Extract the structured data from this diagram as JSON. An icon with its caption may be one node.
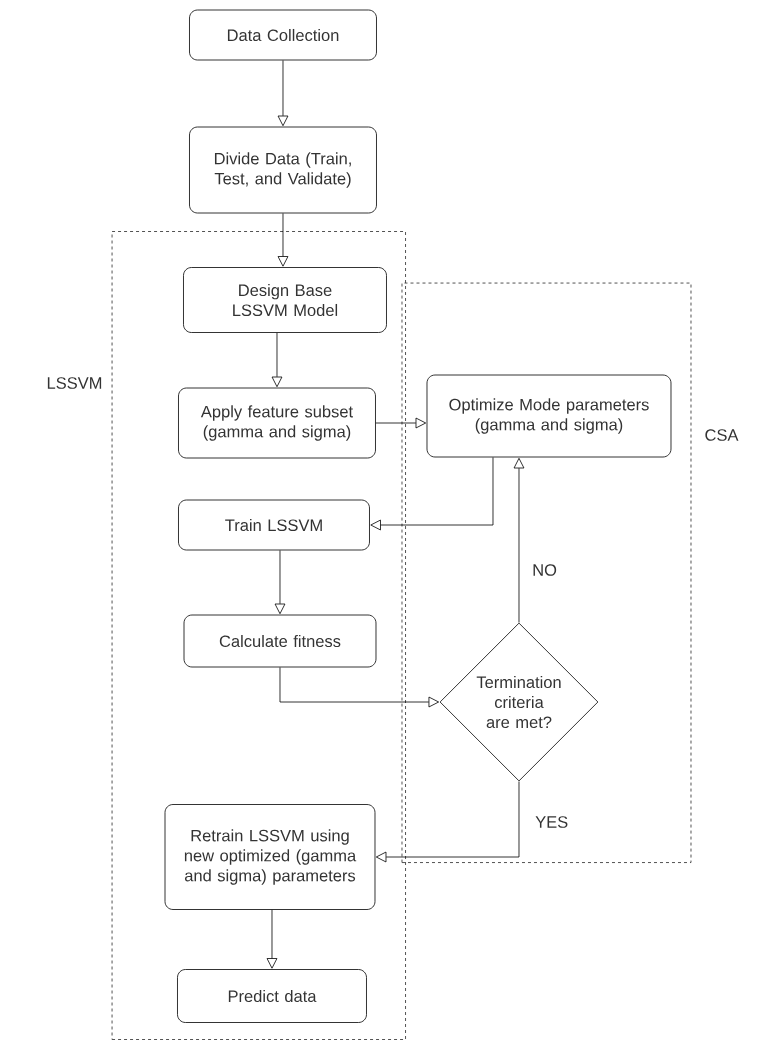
{
  "diagram": {
    "nodes": [
      {
        "text": [
          "Data Collection"
        ]
      },
      {
        "text": [
          "Divide Data (Train, Test, and Validate)"
        ]
      },
      {
        "text": [
          "LSSVM"
        ]
      },
      {
        "text": [
          "Design Base LSSVM Model"
        ],
        "in": 2
      },
      {
        "text": [
          "Apply feature subset (gamma and sigma)"
        ],
        "in": 2
      },
      {
        "text": [
          "CSA"
        ]
      },
      {
        "text": [
          "Optimize Mode parameters (gamma and sigma)"
        ],
        "in": 5
      },
      {
        "text": [
          "Train LSSVM"
        ],
        "in": 2
      },
      {
        "text": [
          "Calculate fitness"
        ],
        "in": 2
      },
      {
        "text": [
          "Termination criteria are met?"
        ],
        "in": 5
      },
      {
        "text": [
          "Retrain LSSVM using new optimized (gamma and sigma) parameters"
        ],
        "in": 2
      },
      {
        "text": [
          "Predict data"
        ],
        "in": 2
      }
    ],
    "edges": [
      {
        "from": 0,
        "to": 1,
        "arrow": "to"
      },
      {
        "from": 1,
        "to": 3,
        "arrow": "to"
      },
      {
        "from": 3,
        "to": 4,
        "arrow": "to"
      },
      {
        "from": 4,
        "to": 6,
        "arrow": "to"
      },
      {
        "from": 6,
        "to": 7,
        "arrow": "to"
      },
      {
        "from": 7,
        "to": 8,
        "arrow": "to"
      },
      {
        "from": 8,
        "to": 9,
        "arrow": "to"
      },
      {
        "from": 9,
        "to": 6,
        "arrow": "to",
        "label": "NO"
      },
      {
        "from": 9,
        "to": 10,
        "arrow": "to",
        "label": "YES"
      },
      {
        "from": 10,
        "to": 11,
        "arrow": "to"
      }
    ]
  }
}
